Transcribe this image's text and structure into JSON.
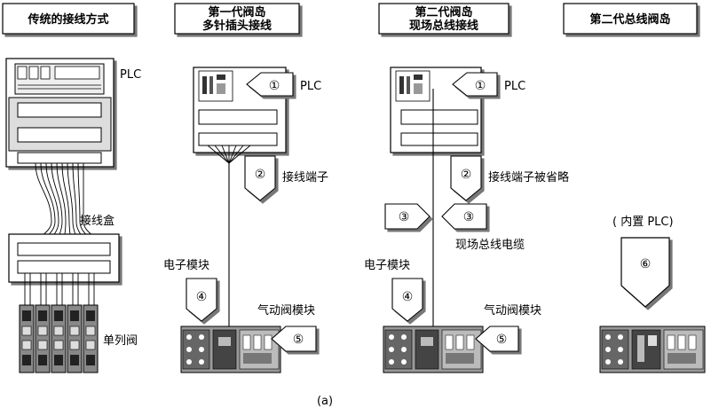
{
  "headers": {
    "col1": "传统的接线方式",
    "col2_line1": "第一代阀岛",
    "col2_line2": "多针插头接线",
    "col3_line1": "第二代阀岛",
    "col3_line2": "现场总线接线",
    "col4": "第二代总线阀岛"
  },
  "labels": {
    "plc": "PLC",
    "junction_box": "接线盒",
    "single_valve": "单列阀",
    "terminal": "接线端子",
    "terminal_omitted": "接线端子被省略",
    "fieldbus_cable": "现场总线电缆",
    "electronic_module": "电子模块",
    "pneumatic_valve_module": "气动阀模块",
    "builtin_plc": "( 内置 PLC)",
    "caption": "(a)"
  },
  "markers": {
    "m1": "①",
    "m2": "②",
    "m3": "③",
    "m4": "④",
    "m5": "⑤",
    "m6": "⑥"
  }
}
